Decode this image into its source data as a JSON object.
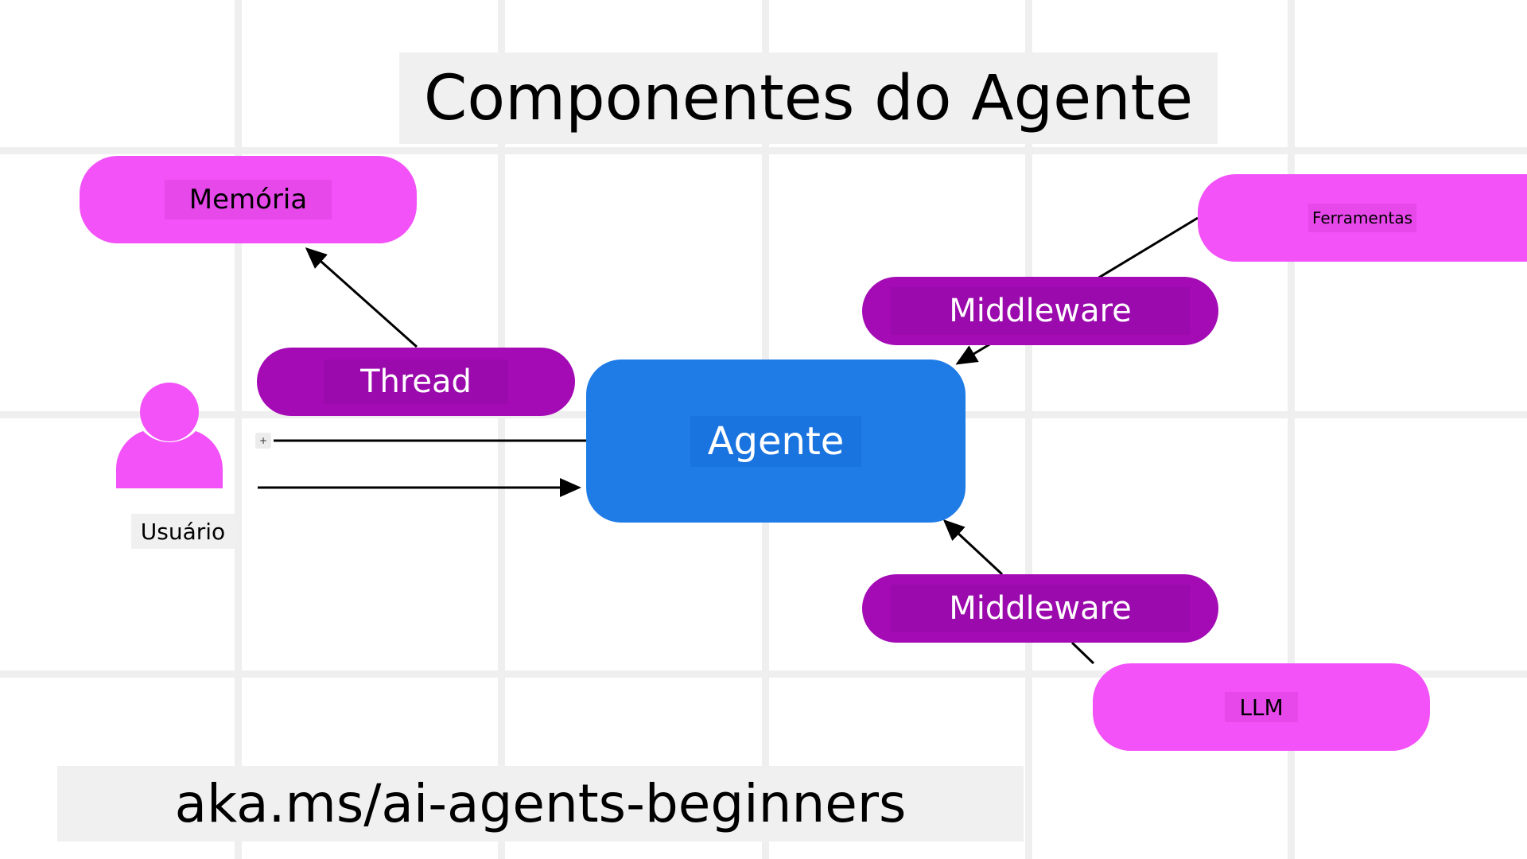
{
  "title": "Componentes do Agente",
  "footer_link": "aka.ms/ai-agents-beginners",
  "nodes": {
    "memory": "Memória",
    "thread": "Thread",
    "user": "Usuário",
    "agent": "Agente",
    "tools": "Ferramentas",
    "middleware_top": "Middleware",
    "middleware_bottom": "Middleware",
    "llm": "LLM"
  },
  "user_action_icon": "+",
  "icons": {
    "user": "user-icon"
  },
  "colors": {
    "light_pill": "#f252f7",
    "dark_pill": "#a40bb5",
    "agent": "#1f7be6",
    "label_bg": "#f0f0f0"
  }
}
